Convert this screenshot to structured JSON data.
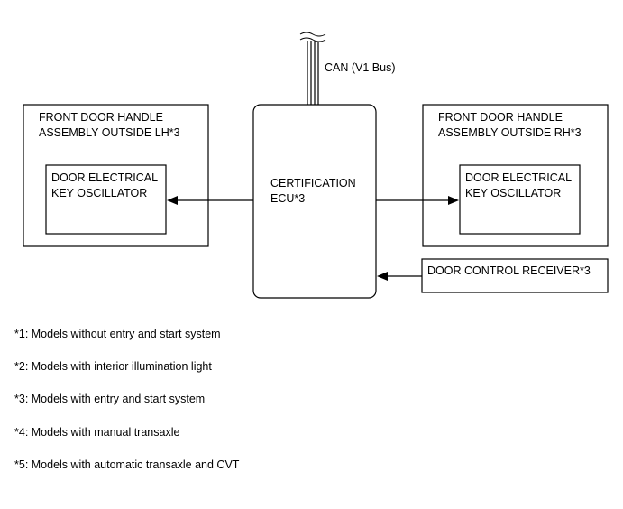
{
  "bus": {
    "label": "CAN (V1 Bus)"
  },
  "ecu": {
    "line1": "CERTIFICATION",
    "line2": "ECU*3"
  },
  "left_handle": {
    "line1": "FRONT DOOR HANDLE",
    "line2": "ASSEMBLY OUTSIDE LH*3",
    "oscillator_line1": "DOOR ELECTRICAL",
    "oscillator_line2": "KEY OSCILLATOR"
  },
  "right_handle": {
    "line1": "FRONT DOOR HANDLE",
    "line2": "ASSEMBLY OUTSIDE RH*3",
    "oscillator_line1": "DOOR ELECTRICAL",
    "oscillator_line2": "KEY OSCILLATOR"
  },
  "receiver": {
    "label": "DOOR CONTROL RECEIVER*3"
  },
  "notes": [
    "*1: Models without entry and start system",
    "*2: Models with interior illumination light",
    "*3: Models with entry and start system",
    "*4: Models with manual transaxle",
    "*5: Models with automatic transaxle and CVT"
  ]
}
